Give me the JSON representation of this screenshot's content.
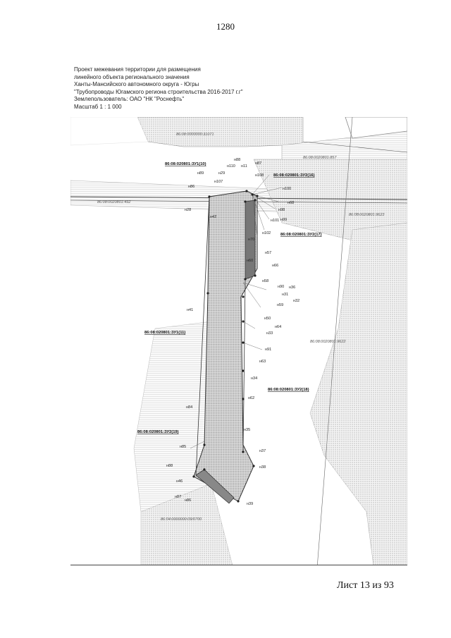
{
  "page_number": "1280",
  "header_lines": [
    "Проект межевания территории для размещения",
    "линейного объекта регионального значения",
    "Ханты-Мансийского автономного округа - Югры",
    "\"Трубопроводы Югамского региона строительства 2016-2017 г.г\"",
    "Землепользователь: ОАО \"НК \"Роснефть\"",
    "Масштаб 1 : 1 000"
  ],
  "sheet_label": "Лист 13 из 93",
  "map": {
    "cadastral_labels": [
      "86:08:0000000:31071",
      "86:08:0020801:857",
      "86:08:0020801:492",
      "86:08:0020801:9623",
      "86:08:0020801:9622",
      "86:04:0000000:09/0700"
    ],
    "parcel_labels": [
      "86:08:020801:ЗУ1(10)",
      "86:08:020801:ЗУ2(16)",
      "86:08:020801:ЗУ2(17)",
      "86:08:020801:ЗУ1(11)",
      "86:08:020801:ЗУ2(18)",
      "86:08:020801:ЗУ2(19)"
    ],
    "point_labels": [
      "н88",
      "н87",
      "н110",
      "н11",
      "н89",
      "н29",
      "н108",
      "н107",
      "н86",
      "н100",
      "н68",
      "н98",
      "н101",
      "н28",
      "н42",
      "н99",
      "н102",
      "н70",
      "н57",
      "н66",
      "н60",
      "н58",
      "н90",
      "н31",
      "н36",
      "н32",
      "н59",
      "н41",
      "н50",
      "н64",
      "н33",
      "н91",
      "н63",
      "н34",
      "н62",
      "н84",
      "н35",
      "н85",
      "н37",
      "н88",
      "н38",
      "н46",
      "н87",
      "н86",
      "н39"
    ]
  }
}
